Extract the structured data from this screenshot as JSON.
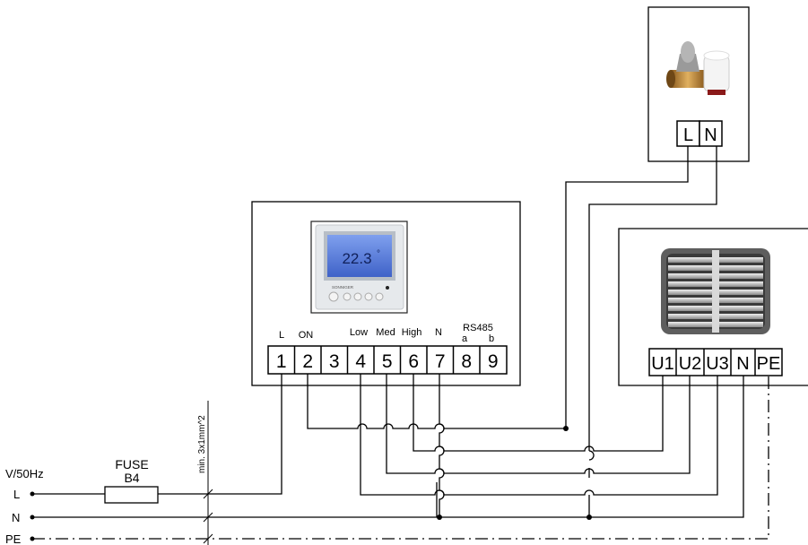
{
  "thermostat": {
    "display_temp": "22.3",
    "display_unit": "°",
    "brand": "SONNIGER",
    "terminal_labels": [
      "L",
      "ON",
      "",
      "Low",
      "Med",
      "High",
      "N",
      "a",
      "b"
    ],
    "rs485_label": "RS485",
    "terminal_numbers": [
      "1",
      "2",
      "3",
      "4",
      "5",
      "6",
      "7",
      "8",
      "9"
    ]
  },
  "valve": {
    "terminals": [
      "L",
      "N"
    ]
  },
  "heater": {
    "terminals": [
      "U1",
      "U2",
      "U3",
      "N",
      "PE"
    ]
  },
  "supply": {
    "voltage_label": "V/50Hz",
    "lines": [
      "L",
      "N",
      "PE"
    ],
    "fuse_label": "FUSE",
    "fuse_rating": "B4",
    "cable_label": "min. 3x1mm^2"
  },
  "colors": {
    "line": "#000000",
    "screen": "#4a6fd4",
    "device_bg": "#e9ecef",
    "heater_grey": "#6b6b6b",
    "brass": "#b8863b"
  }
}
